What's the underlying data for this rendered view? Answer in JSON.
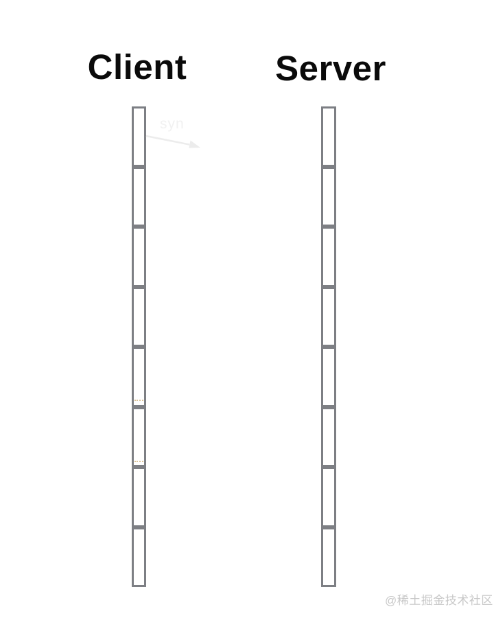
{
  "diagram": {
    "type": "sequence-diagram",
    "lifelines": [
      {
        "name": "Client",
        "segments": 8
      },
      {
        "name": "Server",
        "segments": 8
      }
    ],
    "messages": [
      {
        "label": "syn",
        "from": "Client",
        "to": "Server",
        "style": "faint"
      }
    ],
    "message_label": "syn",
    "watermark": "@稀土掘金技术社区",
    "colors": {
      "background": "#ffffff",
      "title_text": "#0a0a0a",
      "lifeline_border": "#7d7f84",
      "faint_message": "#ececec",
      "watermark_text": "#c8c8c8"
    }
  }
}
